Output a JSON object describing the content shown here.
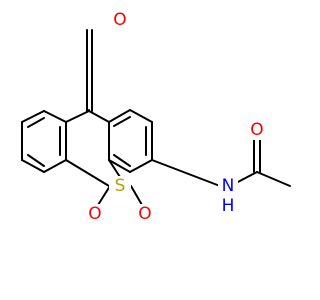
{
  "molecule": {
    "atoms": {
      "ketone_oxygen": "O",
      "sulfur": "S",
      "sulfone_oxygen_left": "O",
      "sulfone_oxygen_right": "O",
      "amide_nitrogen": "N",
      "amide_hydrogen": "H",
      "amide_oxygen": "O"
    },
    "colors": {
      "bond": "#000000",
      "oxygen": "#ff0000",
      "sulfur": "#b8a000",
      "nitrogen": "#0000ff"
    }
  }
}
